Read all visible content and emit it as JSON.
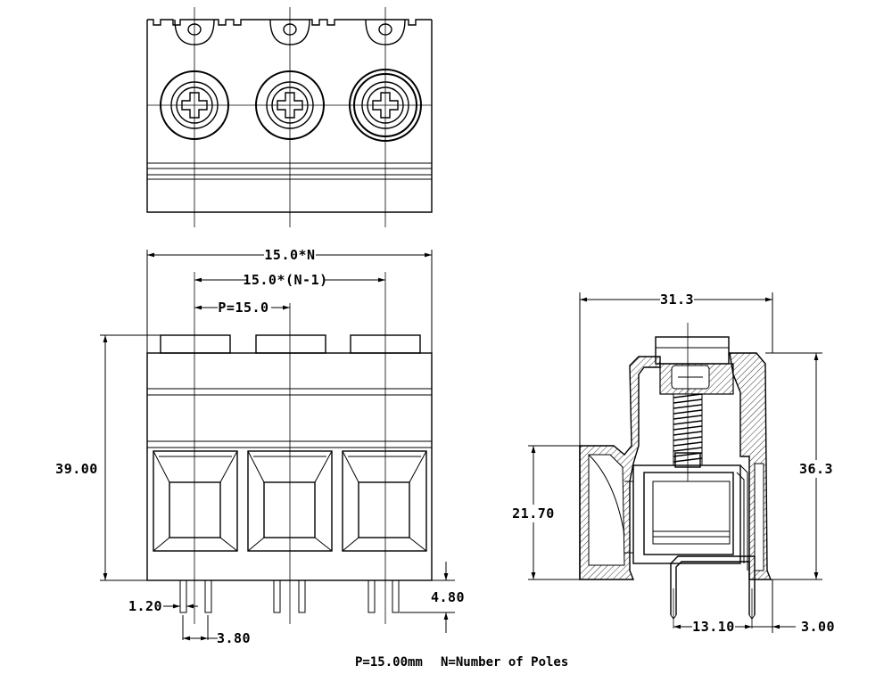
{
  "dimensions": {
    "total_width": "15.0*N",
    "pin_span": "15.0*(N-1)",
    "pitch": "P=15.0",
    "height": "39.00",
    "pin_diameter": "1.20",
    "pin_spacing": "3.80",
    "pin_length": "4.80",
    "side_depth": "31.3",
    "side_height": "36.3",
    "side_lower_height": "21.70",
    "side_pin_offset": "13.10",
    "side_edge_offset": "3.00"
  },
  "notes": {
    "pitch_note": "P=15.00mm",
    "poles_note": "N=Number of Poles"
  }
}
